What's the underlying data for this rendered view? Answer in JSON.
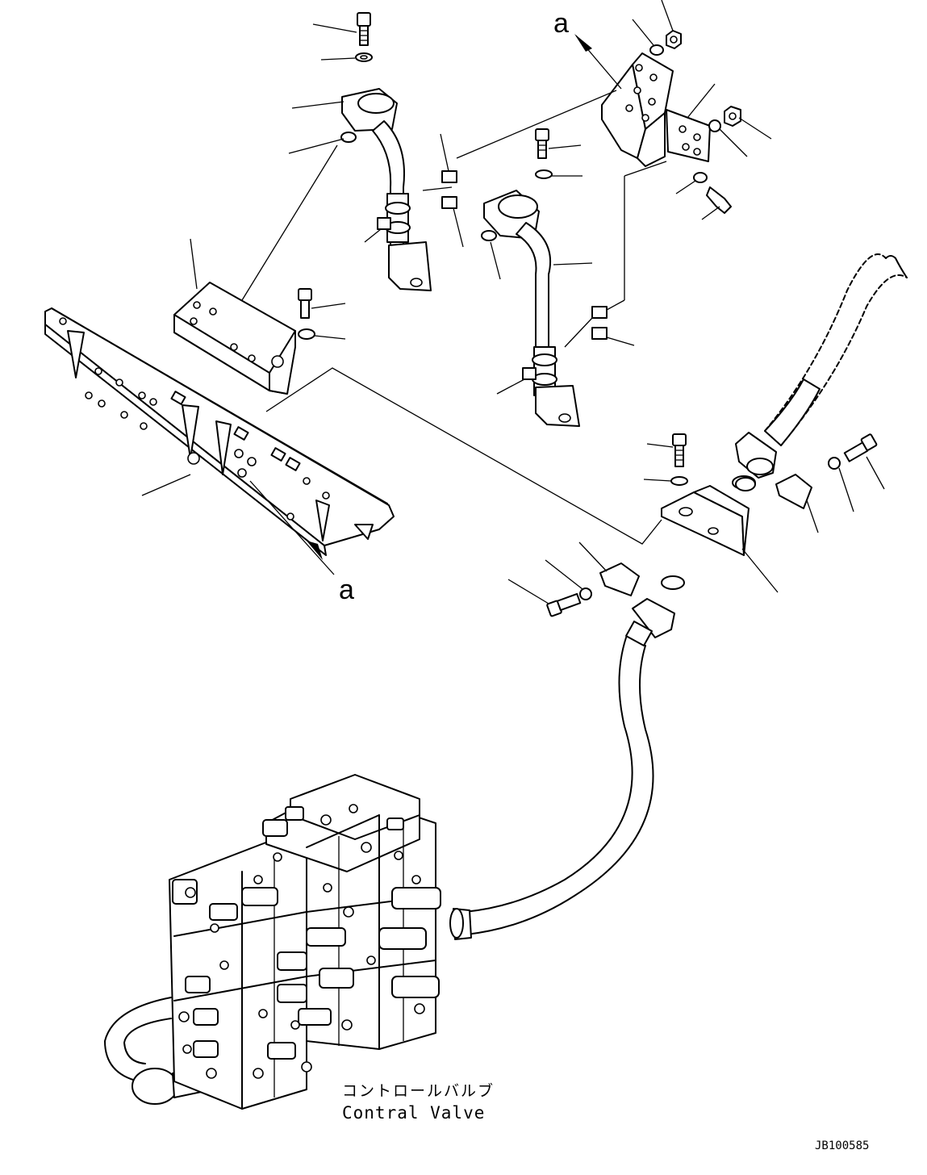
{
  "diagram": {
    "view_ref_top": "a",
    "view_ref_bottom": "a",
    "component_label_jp": "コントロールバルブ",
    "component_label_en": "Contral Valve",
    "drawing_code": "JB100585"
  }
}
